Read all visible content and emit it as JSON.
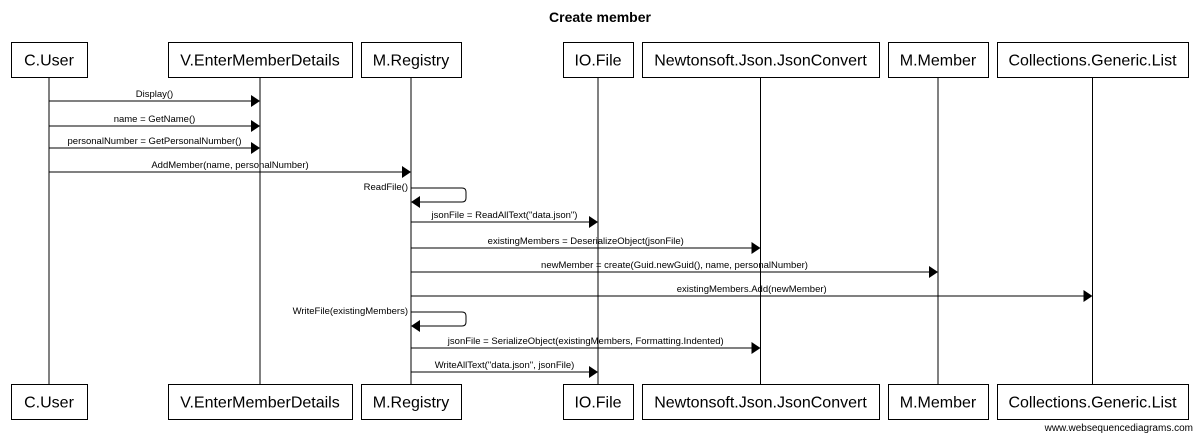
{
  "diagram": {
    "title": "Create member",
    "footer": "www.websequencediagrams.com",
    "participants": [
      {
        "id": "user",
        "label": "C.User"
      },
      {
        "id": "view",
        "label": "V.EnterMemberDetails"
      },
      {
        "id": "registry",
        "label": "M.Registry"
      },
      {
        "id": "file",
        "label": "IO.File"
      },
      {
        "id": "json",
        "label": "Newtonsoft.Json.JsonConvert"
      },
      {
        "id": "member",
        "label": "M.Member"
      },
      {
        "id": "list",
        "label": "Collections.Generic.List"
      }
    ],
    "messages": [
      {
        "from": "user",
        "to": "view",
        "label": "Display()"
      },
      {
        "from": "user",
        "to": "view",
        "label": "name = GetName()"
      },
      {
        "from": "user",
        "to": "view",
        "label": "personalNumber = GetPersonalNumber()"
      },
      {
        "from": "user",
        "to": "registry",
        "label": "AddMember(name, personalNumber)"
      },
      {
        "from": "registry",
        "to": "registry",
        "label": "ReadFile()"
      },
      {
        "from": "registry",
        "to": "file",
        "label": "jsonFile = ReadAllText(\"data.json\")"
      },
      {
        "from": "registry",
        "to": "json",
        "label": "existingMembers = DeserializeObject(jsonFile)"
      },
      {
        "from": "registry",
        "to": "member",
        "label": "newMember = create(Guid.newGuid(), name, personalNumber)"
      },
      {
        "from": "registry",
        "to": "list",
        "label": "existingMembers.Add(newMember)"
      },
      {
        "from": "registry",
        "to": "registry",
        "label": "WriteFile(existingMembers)"
      },
      {
        "from": "registry",
        "to": "json",
        "label": "jsonFile = SerializeObject(existingMembers, Formatting.Indented)"
      },
      {
        "from": "registry",
        "to": "file",
        "label": "WriteAllText(\"data.json\", jsonFile)"
      }
    ]
  }
}
